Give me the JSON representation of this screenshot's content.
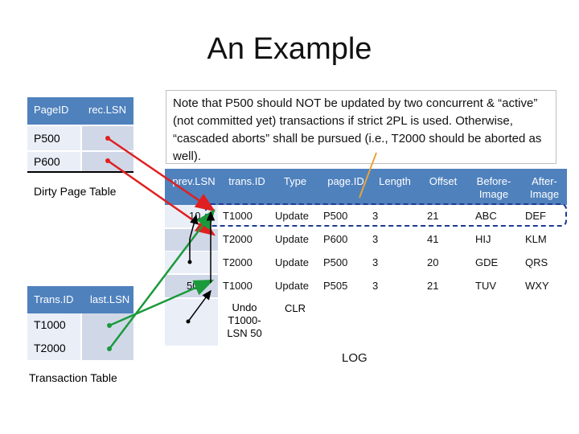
{
  "title": "An Example",
  "dirty_page_table": {
    "caption": "Dirty Page Table",
    "headers": [
      "PageID",
      "rec.LSN"
    ],
    "rows": [
      {
        "page": "P500",
        "rec_lsn": ""
      },
      {
        "page": "P600",
        "rec_lsn": ""
      }
    ]
  },
  "transaction_table": {
    "caption": "Transaction Table",
    "headers": [
      "Trans.ID",
      "last.LSN"
    ],
    "rows": [
      {
        "trans": "T1000",
        "last_lsn": ""
      },
      {
        "trans": "T2000",
        "last_lsn": ""
      }
    ]
  },
  "note": "Note that P500 should NOT be updated by two concurrent & “active” (not committed yet) transactions if strict 2PL is used. Otherwise, “cascaded aborts” shall be pursued (i.e., T2000 should be aborted as well).",
  "log": {
    "label": "LOG",
    "headers": [
      "prev.LSN",
      "trans.ID",
      "Type",
      "page.ID",
      "Length",
      "Offset",
      "Before-Image",
      "After-Image"
    ],
    "rows": [
      [
        "10",
        "T1000",
        "Update",
        "P500",
        "3",
        "21",
        "ABC",
        "DEF"
      ],
      [
        "",
        "T2000",
        "Update",
        "P600",
        "3",
        "41",
        "HIJ",
        "KLM"
      ],
      [
        "",
        "T2000",
        "Update",
        "P500",
        "3",
        "20",
        "GDE",
        "QRS"
      ],
      [
        "50",
        "T1000",
        "Update",
        "P505",
        "3",
        "21",
        "TUV",
        "WXY"
      ],
      [
        "",
        "Undo T1000-LSN 50",
        "CLR",
        "",
        "",
        "",
        "",
        ""
      ]
    ]
  },
  "colors": {
    "header": "#4f81bd",
    "red_arrow": "#e02020",
    "green_arrow": "#1a9a3a",
    "highlight": "#1f3a93"
  }
}
